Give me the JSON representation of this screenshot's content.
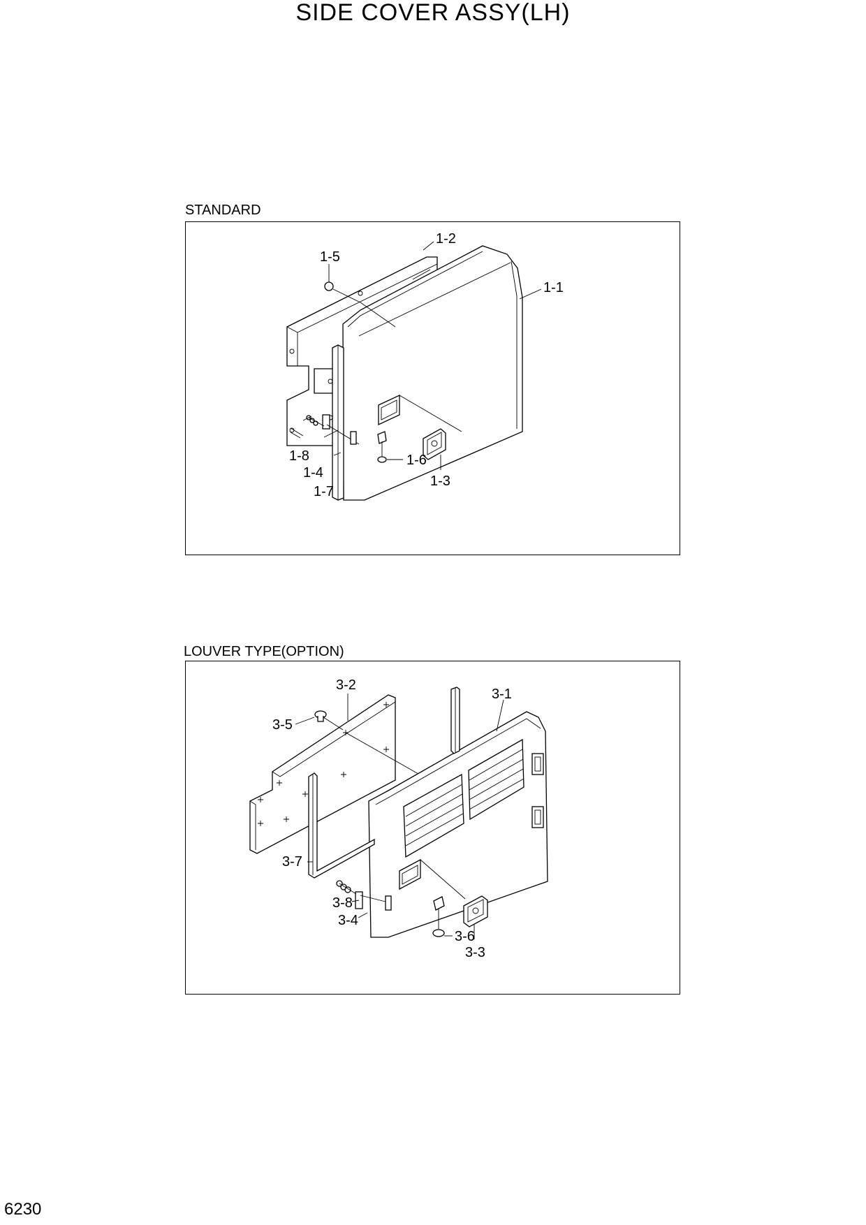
{
  "page": {
    "title": "SIDE COVER ASSY(LH)",
    "number": "6230"
  },
  "standard": {
    "label": "STANDARD",
    "callouts": [
      "1-1",
      "1-2",
      "1-3",
      "1-4",
      "1-5",
      "1-6",
      "1-7",
      "1-8"
    ]
  },
  "louver": {
    "label": "LOUVER TYPE(OPTION)",
    "callouts": [
      "3-1",
      "3-2",
      "3-3",
      "3-4",
      "3-5",
      "3-6",
      "3-7",
      "3-8"
    ]
  }
}
